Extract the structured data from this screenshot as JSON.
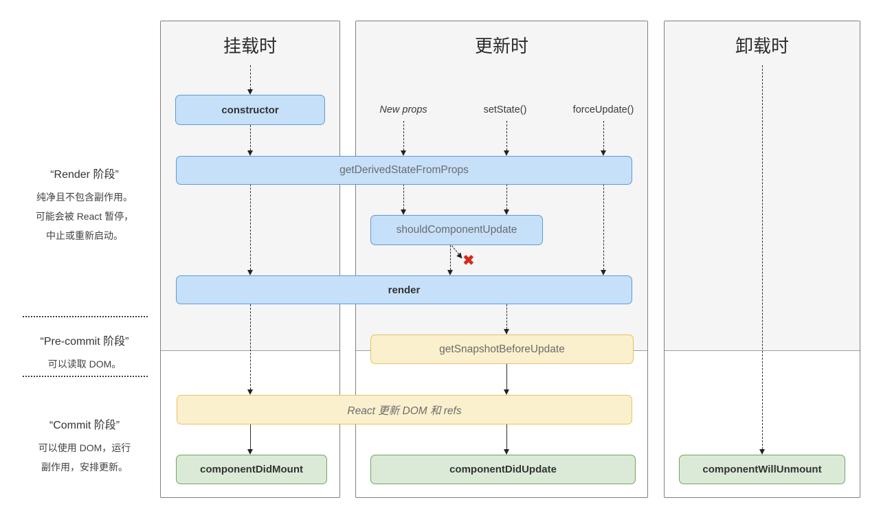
{
  "sidebar": {
    "sections": [
      {
        "title": "“Render 阶段”",
        "lines": [
          "纯净且不包含副作用。",
          "可能会被 React 暂停，",
          "中止或重新启动。"
        ]
      },
      {
        "title": "“Pre-commit 阶段”",
        "lines": [
          "可以读取 DOM。"
        ]
      },
      {
        "title": "“Commit 阶段”",
        "lines": [
          "可以使用 DOM，运行",
          "副作用，安排更新。"
        ]
      }
    ]
  },
  "panels": [
    {
      "title": "挂载时"
    },
    {
      "title": "更新时"
    },
    {
      "title": "卸载时"
    }
  ],
  "update_triggers": [
    {
      "label": "New props"
    },
    {
      "label": "setState()"
    },
    {
      "label": "forceUpdate()"
    }
  ],
  "boxes": {
    "constructor": {
      "label": "constructor"
    },
    "getDerivedStateFromProps": {
      "label": "getDerivedStateFromProps"
    },
    "shouldComponentUpdate": {
      "label": "shouldComponentUpdate"
    },
    "render": {
      "label": "render"
    },
    "getSnapshotBeforeUpdate": {
      "label": "getSnapshotBeforeUpdate"
    },
    "reactUpdates": {
      "label": "React 更新 DOM 和 refs"
    },
    "componentDidMount": {
      "label": "componentDidMount"
    },
    "componentDidUpdate": {
      "label": "componentDidUpdate"
    },
    "componentWillUnmount": {
      "label": "componentWillUnmount"
    }
  },
  "marks": {
    "skip_update": "✖"
  },
  "colors": {
    "blue_fill": "#C6E0F9",
    "blue_border": "#5B9BD5",
    "yellow_fill": "#FBF0CD",
    "yellow_border": "#E5C25C",
    "green_fill": "#DBEAD7",
    "green_border": "#72A45F",
    "panel_gray": "#F5F5F5",
    "panel_border": "#7F7F7F",
    "arrow": "#222222",
    "cancel_red": "#D62A1C"
  }
}
